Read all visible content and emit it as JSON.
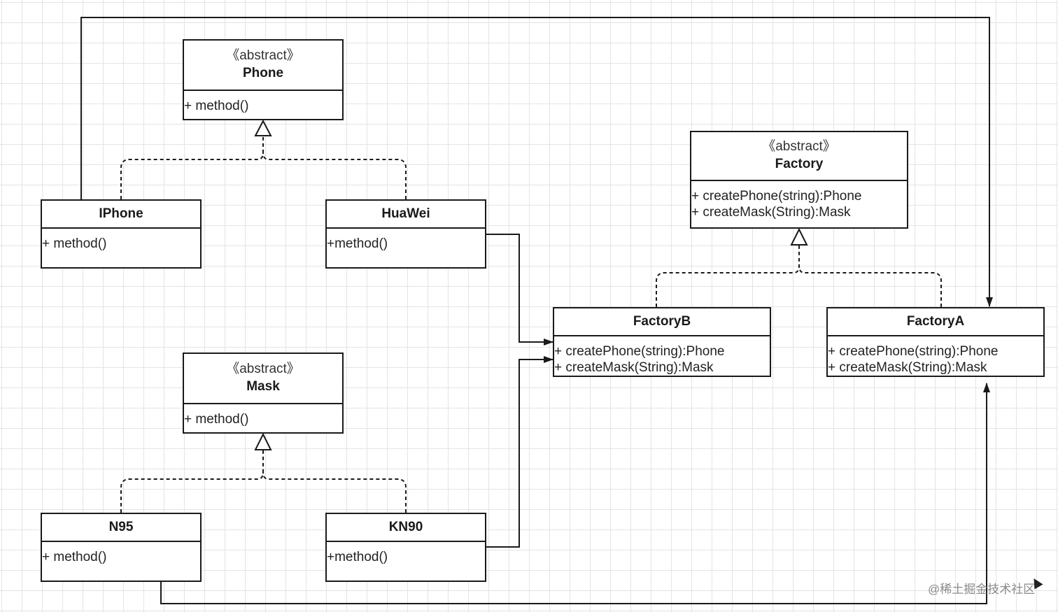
{
  "diagram": {
    "phone": {
      "stereotype": "《abstract》",
      "name": "Phone",
      "members": [
        "+ method()"
      ]
    },
    "mask": {
      "stereotype": "《abstract》",
      "name": "Mask",
      "members": [
        "+ method()"
      ]
    },
    "factory": {
      "stereotype": "《abstract》",
      "name": "Factory",
      "members": [
        "+ createPhone(string):Phone",
        "+ createMask(String):Mask"
      ]
    },
    "iphone": {
      "name": "IPhone",
      "members": [
        "+ method()"
      ]
    },
    "huawei": {
      "name": "HuaWei",
      "members": [
        "+method()"
      ]
    },
    "n95": {
      "name": "N95",
      "members": [
        "+ method()"
      ]
    },
    "kn90": {
      "name": "KN90",
      "members": [
        "+method()"
      ]
    },
    "factory_b": {
      "name": "FactoryB",
      "members": [
        "+ createPhone(string):Phone",
        "+ createMask(String):Mask"
      ]
    },
    "factory_a": {
      "name": "FactoryA",
      "members": [
        "+ createPhone(string):Phone",
        "+ createMask(String):Mask"
      ]
    }
  },
  "watermark": "@稀土掘金技术社区",
  "colors": {
    "line": "#1a1a1a",
    "grid": "#e4e4e4",
    "background": "#ffffff"
  }
}
